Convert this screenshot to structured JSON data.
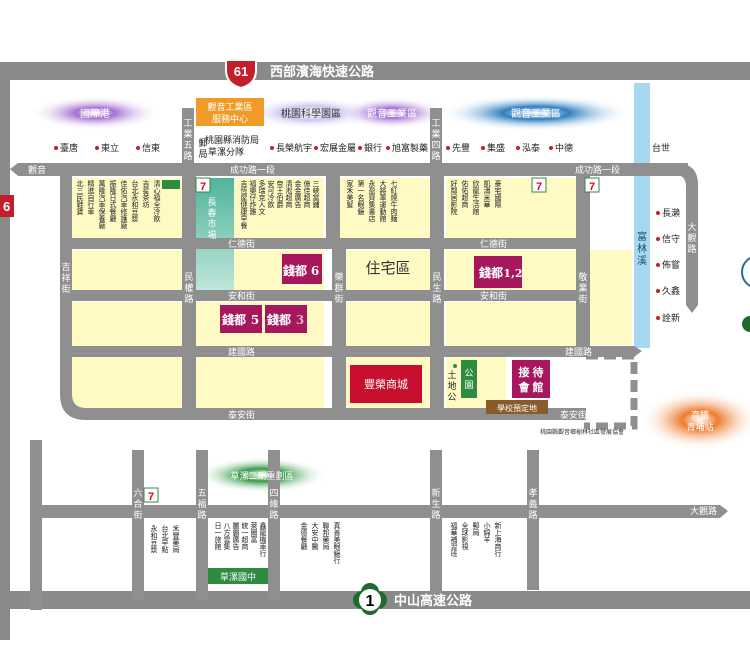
{
  "highways": {
    "top": {
      "number": "61",
      "name": "西部濱海快速公路"
    },
    "bottom": {
      "number": "1",
      "name": "中山高速公路"
    },
    "left_partial": "6"
  },
  "zones": {
    "guoji_port": "國際港",
    "guanyin_service_line1": "觀音工業區",
    "guanyin_service_line2": "服務中心",
    "taoyuan_tech": "桃園科學園區",
    "guanyin_ind_mid": "觀音工業區",
    "guanyin_ind_right": "觀音工業區",
    "residential": "住宅區",
    "caotuo_zone": "草漯二期重劃區",
    "hsr_line1": "高鐵",
    "hsr_line2": "青埔站"
  },
  "roads": {
    "gongye5": [
      "工",
      "業",
      "五",
      "路"
    ],
    "gongye4": [
      "工",
      "業",
      "四",
      "路"
    ],
    "chenggong": "成功路一段",
    "chenggong_right": "成功路一段",
    "guanyin": "觀音",
    "daguan_top": [
      "大",
      "觀",
      "路"
    ],
    "renren": "仁德街",
    "renren_right": "仁德街",
    "anhe": "安和街",
    "anhe_right": "安和街",
    "jianguo": "建國路",
    "jianguo_right": "建國路",
    "taian": "泰安街",
    "taian_right": "泰安街",
    "jixiang": [
      "吉",
      "祥",
      "街"
    ],
    "minquan": [
      "民",
      "權",
      "路"
    ],
    "lequn": [
      "樂",
      "群",
      "街"
    ],
    "minsheng": [
      "民",
      "生",
      "路"
    ],
    "jingye": [
      "敬",
      "業",
      "街"
    ],
    "liuhe": [
      "六",
      "合",
      "街"
    ],
    "wufu": [
      "五",
      "福",
      "路"
    ],
    "sishu": [
      "四",
      "維",
      "路"
    ],
    "xinsheng": [
      "新",
      "生",
      "路"
    ],
    "xiaoyi": [
      "孝",
      "義",
      "路"
    ],
    "daguan_bottom": "大觀路",
    "fulin_creek": [
      "富",
      "林",
      "溪"
    ],
    "lake_note": "桃園縣觀音鄉樹林社區發展協會"
  },
  "landmarks": {
    "taitang": "臺唐",
    "dongli": "東立",
    "xindong": "信東",
    "fire_line1": "桃園縣消防局",
    "fire_line2": "草漯分隊",
    "post": [
      "郵",
      "局"
    ],
    "changrong": "長榮航宇",
    "hongzhan": "宏展金屬",
    "bank": "銀行",
    "xufu": "旭富製藥",
    "xianfeng": "先豐",
    "jida": "集盛",
    "hongtai": "泓泰",
    "zhongde": "中德",
    "taishi": "台世",
    "changlai": "長瀨",
    "xinshou": "信守",
    "buqiu": "佈嘗",
    "jiuxing": "久鑫",
    "quanxin": "詮新",
    "market": [
      "長",
      "春",
      "市",
      "場"
    ],
    "shop_711": "7",
    "brand_name": "錢都",
    "brand_n6": "6",
    "brand_n12": "1,2",
    "brand_n5": "5",
    "brand_n3": "3",
    "fengrong": "豐榮商城",
    "tudi": [
      "土",
      "地",
      "公"
    ],
    "park": [
      "公",
      "園"
    ],
    "reception": [
      "接",
      "待",
      "會",
      "館"
    ],
    "school_reserved": "學校預定地",
    "caotuo_school": "草漯國中"
  },
  "shops_top_left": [
    "北三民鞋寶",
    "精進自行車",
    "萬隆汽車保養廠",
    "振隆日式餐廳",
    "佳佑汽車修護廠",
    "台北永和豆漿",
    "吉星茶坊",
    "清心福全冷飲"
  ],
  "shops_top_mid": [
    "吉恆屋健康早餐",
    "福樂仔炸雞",
    "多瑞克人文",
    "安可冷飲",
    "帝王伯爵",
    "清淞超商",
    "金金廣告",
    "億佳超商",
    "三峽當鋪"
  ],
  "shops_top_center": [
    "家禾美髮",
    "第一名眼鏡",
    "永盈齊集書店",
    "大將軍運動館",
    "七紅燒牛肉麵"
  ],
  "shops_top_right": [
    "好鄰居影院",
    "佑佑超商",
    "欣龍生活館",
    "凱濤米華",
    "豪宅國際"
  ],
  "shops_bottom_left": [
    "永和豆漿",
    "台北早點",
    "禾豐藥局"
  ],
  "shops_bottom_mid": [
    "日一旅館",
    "八方雲集",
    "麗霸廣告",
    "統一超商",
    "萊爾富",
    "鑫龍機車行"
  ],
  "shops_bottom_center": [
    "金德餐廳",
    "大安中醫",
    "聯邦藥局",
    "真善美眼鏡行"
  ],
  "shops_bottom_right": [
    "福華補習班",
    "全球影視",
    "郵局",
    "小綿羊",
    "新上海商行"
  ],
  "colors": {
    "road": "#8f8f8f",
    "highway_badge": "#c41e2a",
    "expressway_badge": "#1f6b2e",
    "brand_fill": "#a6175d",
    "brand_text": "#ffffff",
    "fengrong_fill": "#c8102e",
    "market_green": "#5fb89d",
    "creek_blue": "#a7d8f0",
    "block_fill": "#fff9c4",
    "guoji_purple": "#7a3fa0",
    "tech_purple": "#bdb6e8",
    "guanyin_blue": "#1a6aa8",
    "caotuo_green": "#2e8b3f",
    "hsr_orange": "#ea6b22",
    "service_orange": "#f09b27"
  }
}
